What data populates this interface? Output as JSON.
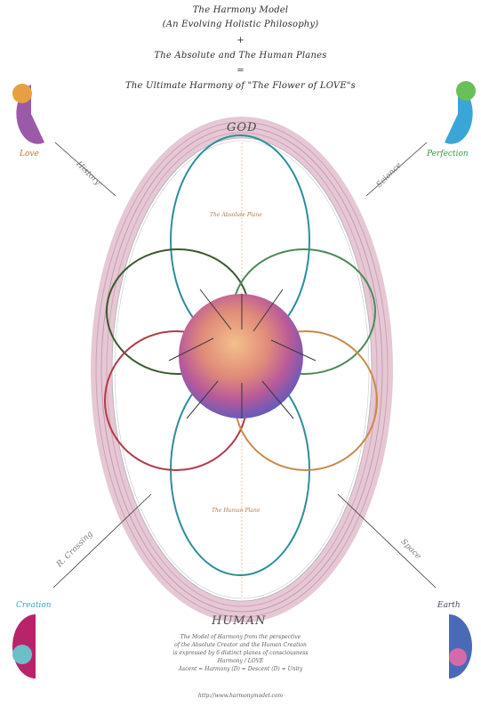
{
  "header": {
    "line1": "The Harmony Model",
    "line2": "(An Evolving Holistic Philosophy)",
    "line3": "+",
    "line4": "The Absolute and The Human Planes",
    "line5": "=",
    "line6": "The Ultimate Harmony of \"The Flower of LOVE\"s"
  },
  "corners": {
    "top_left": "Love",
    "top_right": "Perfection",
    "bottom_left": "Creation",
    "bottom_right": "Earth"
  },
  "axes": {
    "top_left": "History",
    "top_right": "Science",
    "bottom_left": "R. Crossing",
    "bottom_right": "Space"
  },
  "outer_labels": {
    "top": "GOD",
    "bottom": "HUMAN"
  },
  "inner_planes": {
    "absolute_plane": "The Absolute Plane",
    "human_plane": "The Human Plane"
  },
  "colors": {
    "ring": "#c9a0b4",
    "teal": "#2f8e9a",
    "dark_green": "#3a5a2e",
    "green": "#4a8a5a",
    "red": "#b13a4a",
    "orange": "#c98a4a",
    "corner_tl": "#9b5aa8",
    "corner_tr": "#3aa6d8",
    "corner_bl": "#b8246a",
    "corner_br": "#4a6ab8"
  },
  "footer": {
    "line1": "The Model of Harmony from the perspective",
    "line2": "of the Absolute Creator and the Human Creation",
    "line3": "is expressed by 6 distinct planes of consciousness",
    "line4": "Harmony / LOVE",
    "line5": "Ascent = Harmony (D) = Descent (D) = Unity",
    "line6": "http://www.harmonymodel.com"
  }
}
